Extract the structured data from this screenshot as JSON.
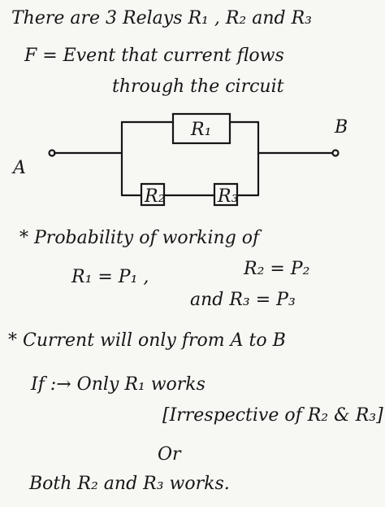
{
  "intro": {
    "line1": "There are 3 Relays R₁ , R₂ and R₃",
    "line2": "F = Event that current flows",
    "line3": "through the circuit"
  },
  "circuit": {
    "relay1": "R₁",
    "relay2": "R₂",
    "relay3": "R₃",
    "node_a": "A",
    "node_b": "B"
  },
  "probability": {
    "heading": "* Probability of working of",
    "r1": "R₁ = P₁ ,",
    "r2": "R₂ = P₂",
    "r3": "and R₃ = P₃"
  },
  "current": {
    "heading": "* Current will only from A to B",
    "if_line": "If :→ Only R₁ works",
    "irrespective": "[Irrespective of R₂ & R₃]",
    "or": "Or",
    "both": "Both R₂ and R₃ works."
  }
}
